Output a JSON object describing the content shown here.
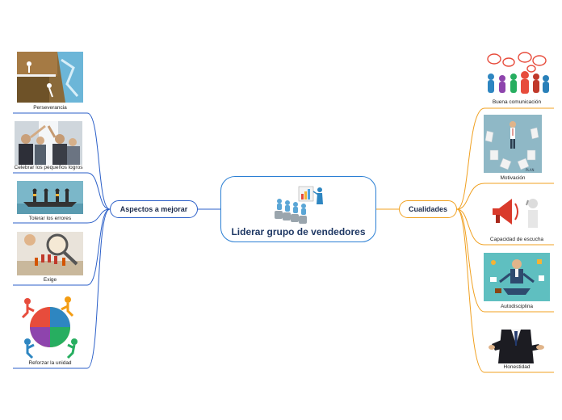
{
  "central": {
    "title": "Liderar grupo de vendedores"
  },
  "left_branch": {
    "label": "Aspectos a mejorar",
    "color": "#2b5fc8",
    "leaves": [
      {
        "label": "Perseverancia",
        "icon": "climbing-cliff-image"
      },
      {
        "label": "Celebrar los pequeños logros",
        "icon": "team-high-five-image"
      },
      {
        "label": "Tolerar los errores",
        "icon": "team-on-boat-image"
      },
      {
        "label": "Exige",
        "icon": "magnifier-figures-image"
      },
      {
        "label": "Reforzar la unidad",
        "icon": "puzzle-circle-people-image"
      }
    ]
  },
  "right_branch": {
    "label": "Cualidades",
    "color": "#f0a020",
    "leaves": [
      {
        "label": "Buena comunicación",
        "icon": "speech-bubbles-people-image"
      },
      {
        "label": "Motivación",
        "icon": "applause-hands-image"
      },
      {
        "label": "Capacidad de escucha",
        "icon": "megaphone-image"
      },
      {
        "label": "Autodisciplina",
        "icon": "meditating-businessman-image"
      },
      {
        "label": "Honestidad",
        "icon": "suited-man-image"
      }
    ]
  }
}
